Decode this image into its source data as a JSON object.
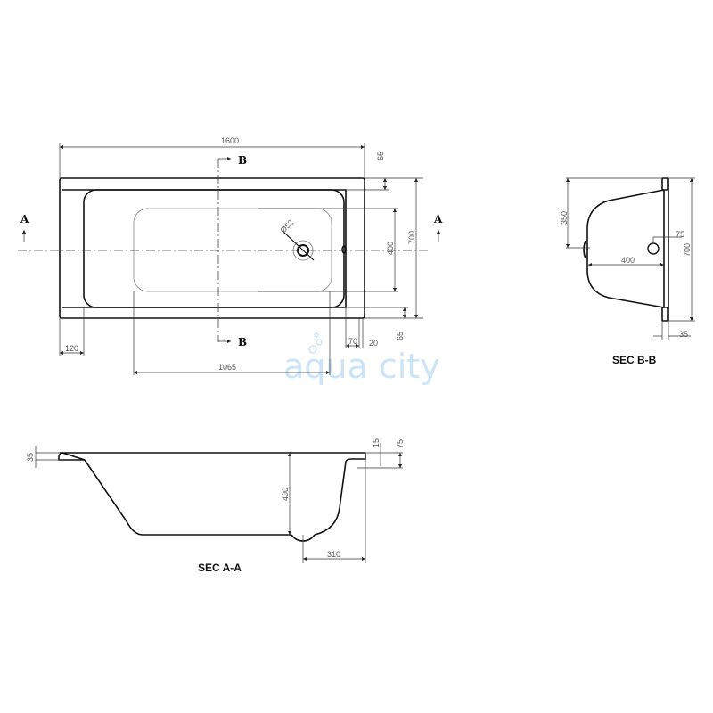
{
  "plan_view": {
    "dims": {
      "length": "1600",
      "width": "700",
      "rim_top": "65",
      "rim_bottom": "65",
      "basin_width": "400",
      "left_rim": "120",
      "basin_length": "1065",
      "right_rim": "70",
      "right_edge": "20",
      "drain_diameter": "Ø52"
    },
    "section_labels": {
      "a_left": "A",
      "a_right": "A",
      "b_top": "B",
      "b_bottom": "B"
    }
  },
  "section_bb": {
    "title": "SEC B-B",
    "dims": {
      "half_width": "350",
      "depth": "400",
      "drain_offset": "75",
      "width": "700",
      "rim": "35"
    }
  },
  "section_aa": {
    "title": "SEC A-A",
    "dims": {
      "rim_left": "35",
      "depth": "400",
      "drain_to_end": "310",
      "rim_right": "15",
      "overflow": "75"
    }
  },
  "watermark": "aqua city",
  "colors": {
    "line": "#111111",
    "dimension": "#555555",
    "watermark": "#cde4f6"
  }
}
